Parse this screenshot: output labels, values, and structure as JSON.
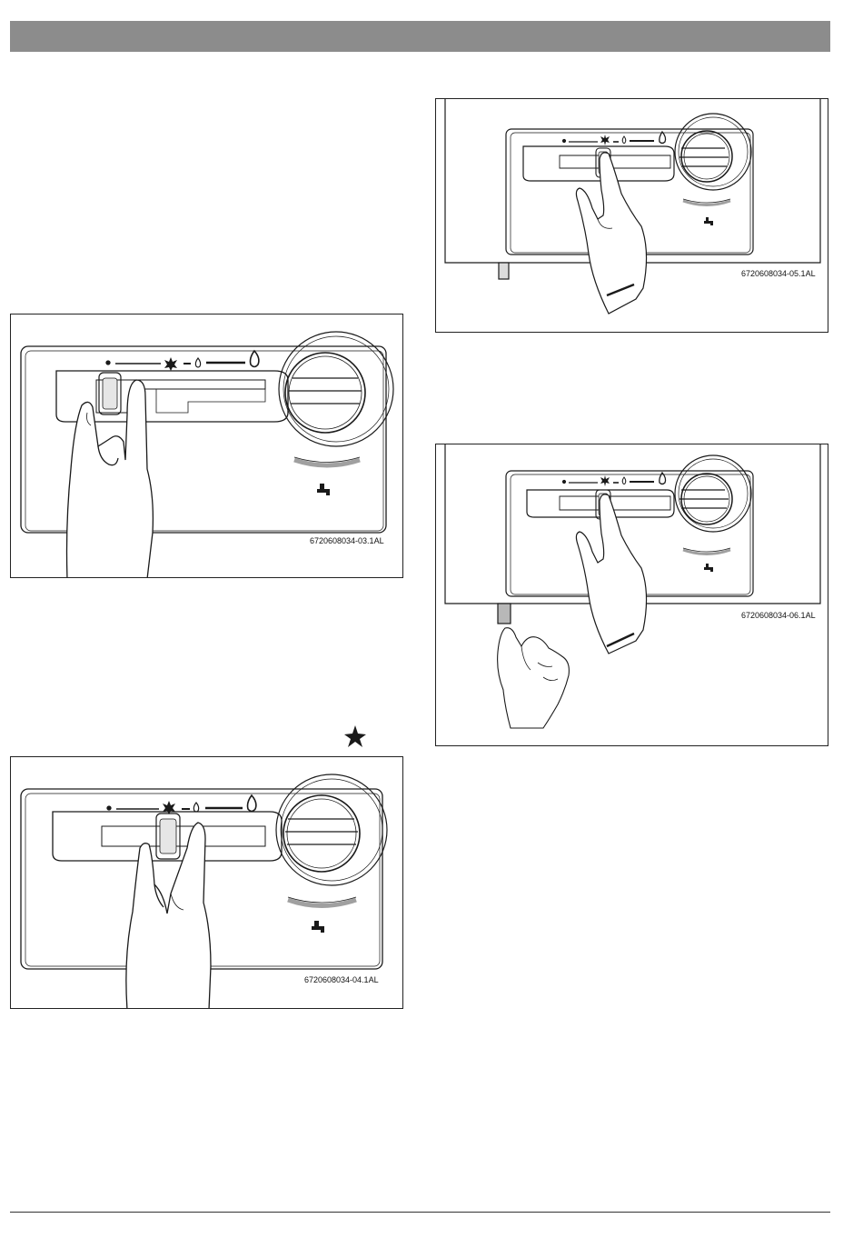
{
  "figures": [
    {
      "id": "fig-03",
      "code": "6720608034-03.1AL"
    },
    {
      "id": "fig-04",
      "code": "6720608034-04.1AL"
    },
    {
      "id": "fig-05",
      "code": "6720608034-05.1AL"
    },
    {
      "id": "fig-06",
      "code": "6720608034-06.1AL"
    }
  ],
  "icons": {
    "star": "star-icon",
    "snowflake": "frost-symbol-icon",
    "small_flame": "small-flame-icon",
    "large_flame": "large-flame-icon",
    "tap": "hot-water-tap-icon"
  },
  "colors": {
    "header_bar": "#8c8c8c",
    "line_art": "#1a1a1a",
    "arc_scale": "#a0a0a0"
  }
}
